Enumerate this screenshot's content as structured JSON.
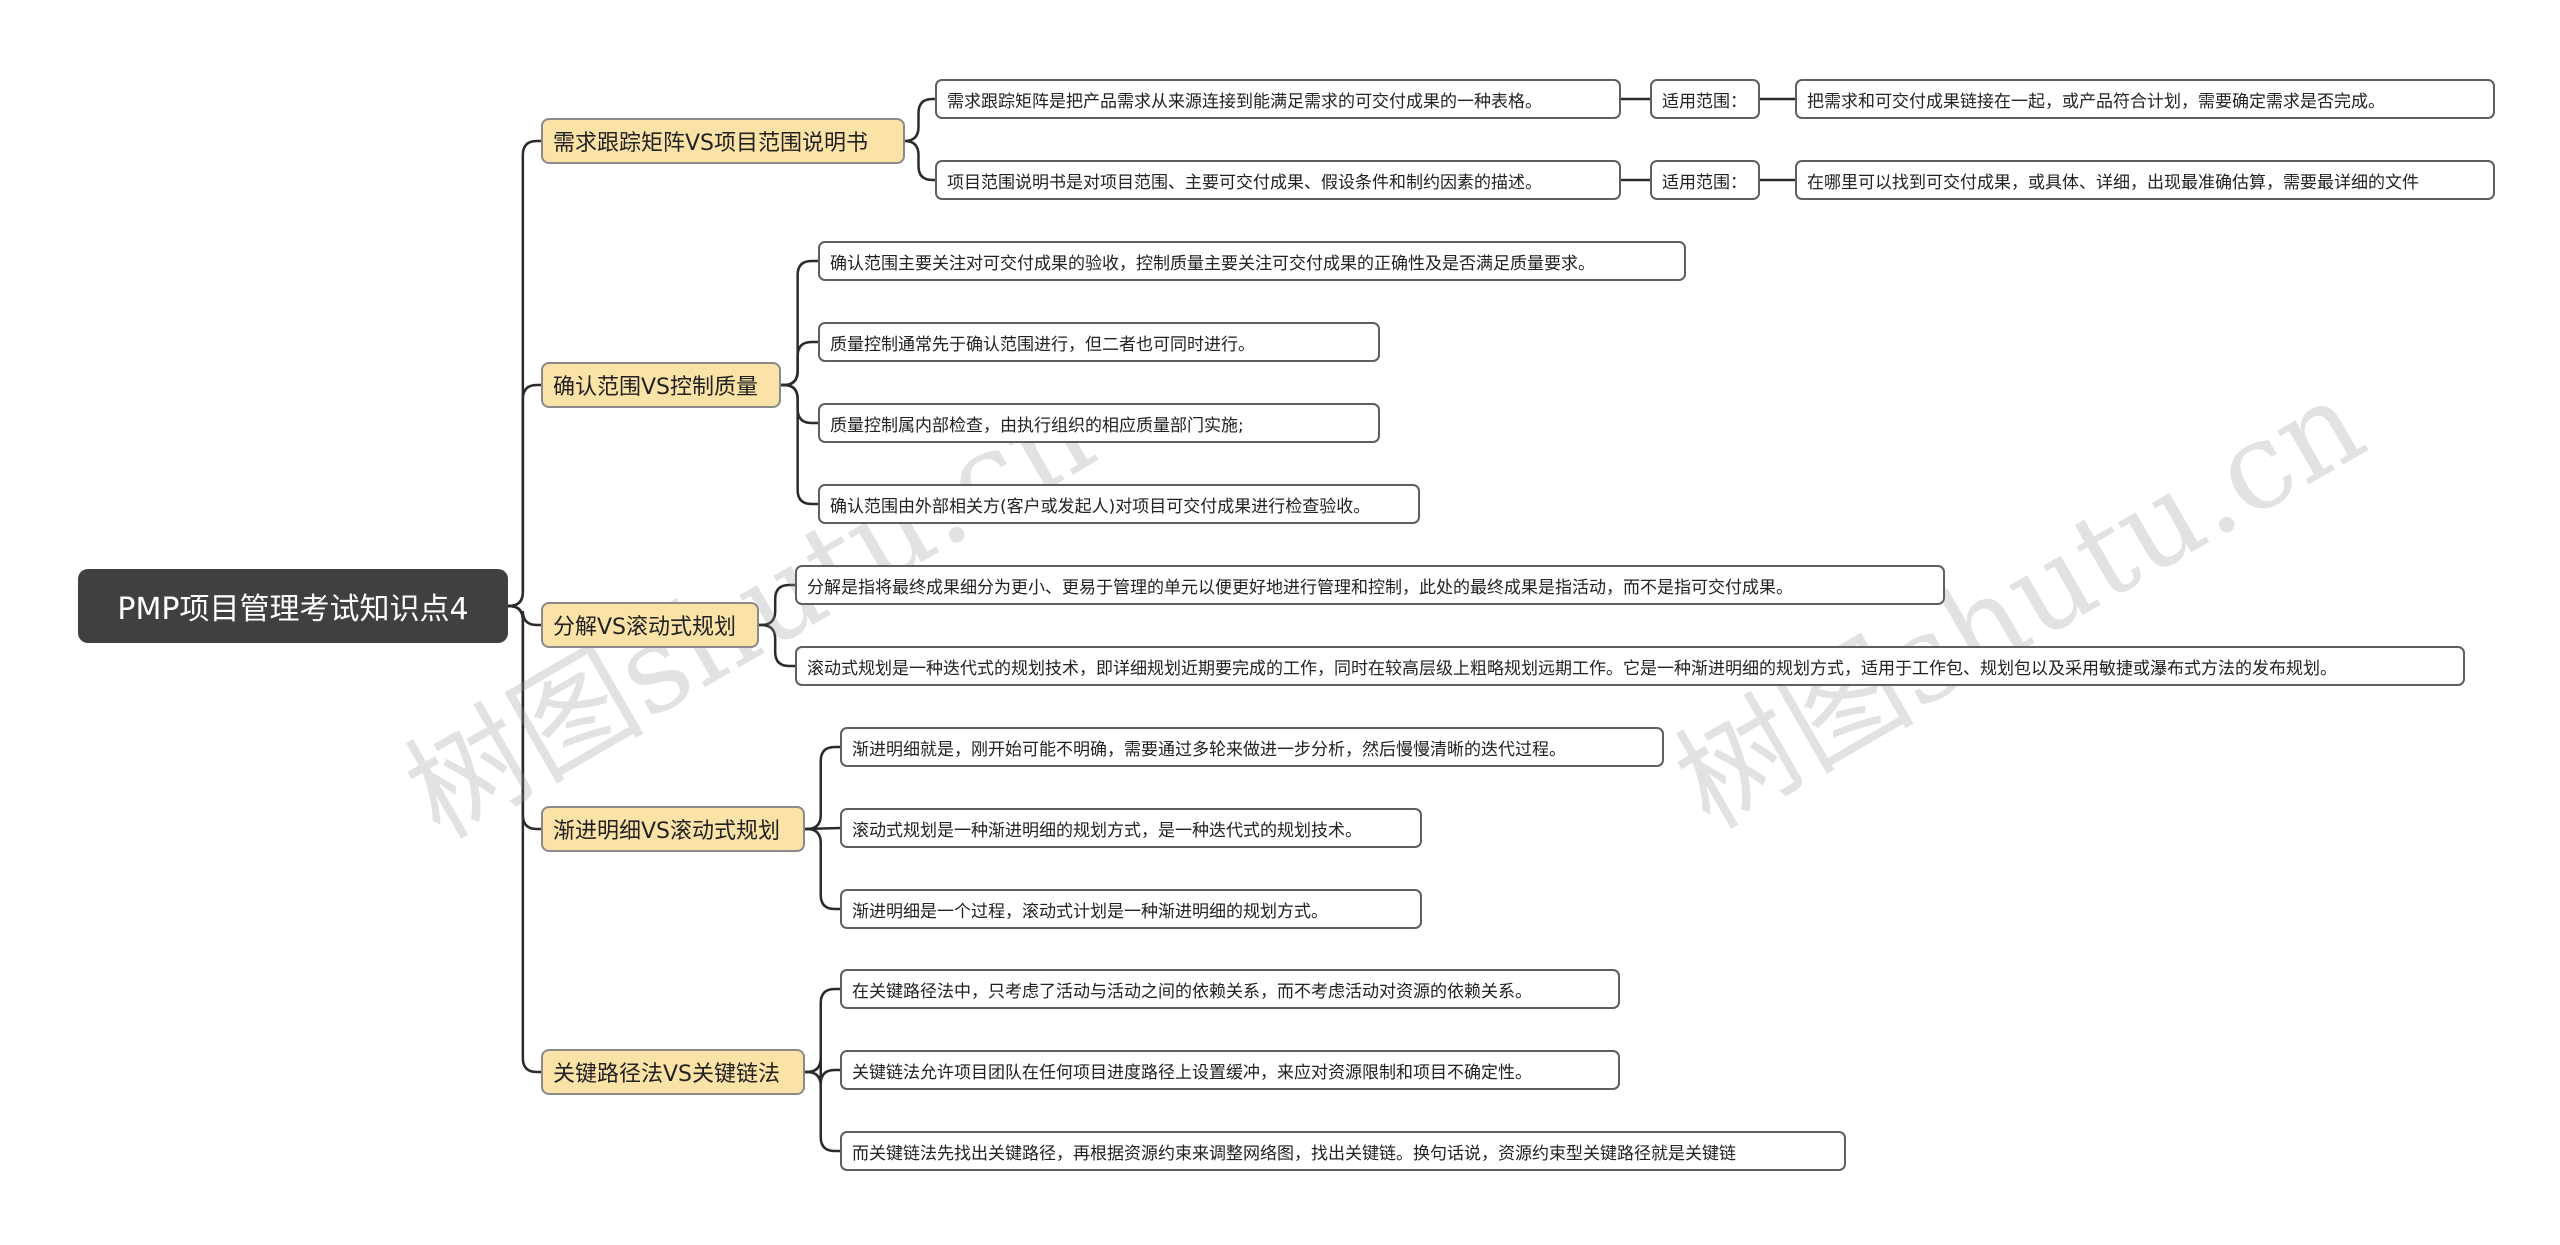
{
  "root": "PMP项目管理考试知识点4",
  "branches": [
    {
      "title": "需求跟踪矩阵VS项目范围说明书",
      "items": [
        {
          "text": "需求跟踪矩阵是把产品需求从来源连接到能满足需求的可交付成果的一种表格。",
          "scope_label": "适用范围：",
          "scope_text": "把需求和可交付成果链接在一起，或产品符合计划，需要确定需求是否完成。"
        },
        {
          "text": "项目范围说明书是对项目范围、主要可交付成果、假设条件和制约因素的描述。",
          "scope_label": "适用范围：",
          "scope_text": "在哪里可以找到可交付成果，或具体、详细，出现最准确估算，需要最详细的文件"
        }
      ]
    },
    {
      "title": "确认范围VS控制质量",
      "items": [
        {
          "text": "确认范围主要关注对可交付成果的验收，控制质量主要关注可交付成果的正确性及是否满足质量要求。"
        },
        {
          "text": "质量控制通常先于确认范围进行，但二者也可同时进行。"
        },
        {
          "text": "质量控制属内部检查，由执行组织的相应质量部门实施;"
        },
        {
          "text": "确认范围由外部相关方(客户或发起人)对项目可交付成果进行检查验收。"
        }
      ]
    },
    {
      "title": "分解VS滚动式规划",
      "items": [
        {
          "text": "分解是指将最终成果细分为更小、更易于管理的单元以便更好地进行管理和控制，此处的最终成果是指活动，而不是指可交付成果。"
        },
        {
          "text": "滚动式规划是一种迭代式的规划技术，即详细规划近期要完成的工作，同时在较高层级上粗略规划远期工作。它是一种渐进明细的规划方式，适用于工作包、规划包以及采用敏捷或瀑布式方法的发布规划。"
        }
      ]
    },
    {
      "title": "渐进明细VS滚动式规划",
      "items": [
        {
          "text": "渐进明细就是，刚开始可能不明确，需要通过多轮来做进一步分析，然后慢慢清晰的迭代过程。"
        },
        {
          "text": "滚动式规划是一种渐进明细的规划方式，是一种迭代式的规划技术。"
        },
        {
          "text": "渐进明细是一个过程，滚动式计划是一种渐进明细的规划方式。"
        }
      ]
    },
    {
      "title": "关键路径法VS关键链法",
      "items": [
        {
          "text": "在关键路径法中，只考虑了活动与活动之间的依赖关系，而不考虑活动对资源的依赖关系。"
        },
        {
          "text": "关键链法允许项目团队在任何项目进度路径上设置缓冲，来应对资源限制和项目不确定性。"
        },
        {
          "text": "而关键链法先找出关键路径，再根据资源约束来调整网络图，找出关键链。换句话说，资源约束型关键路径就是关键链"
        }
      ]
    }
  ],
  "watermark": "树图shutu.cn"
}
